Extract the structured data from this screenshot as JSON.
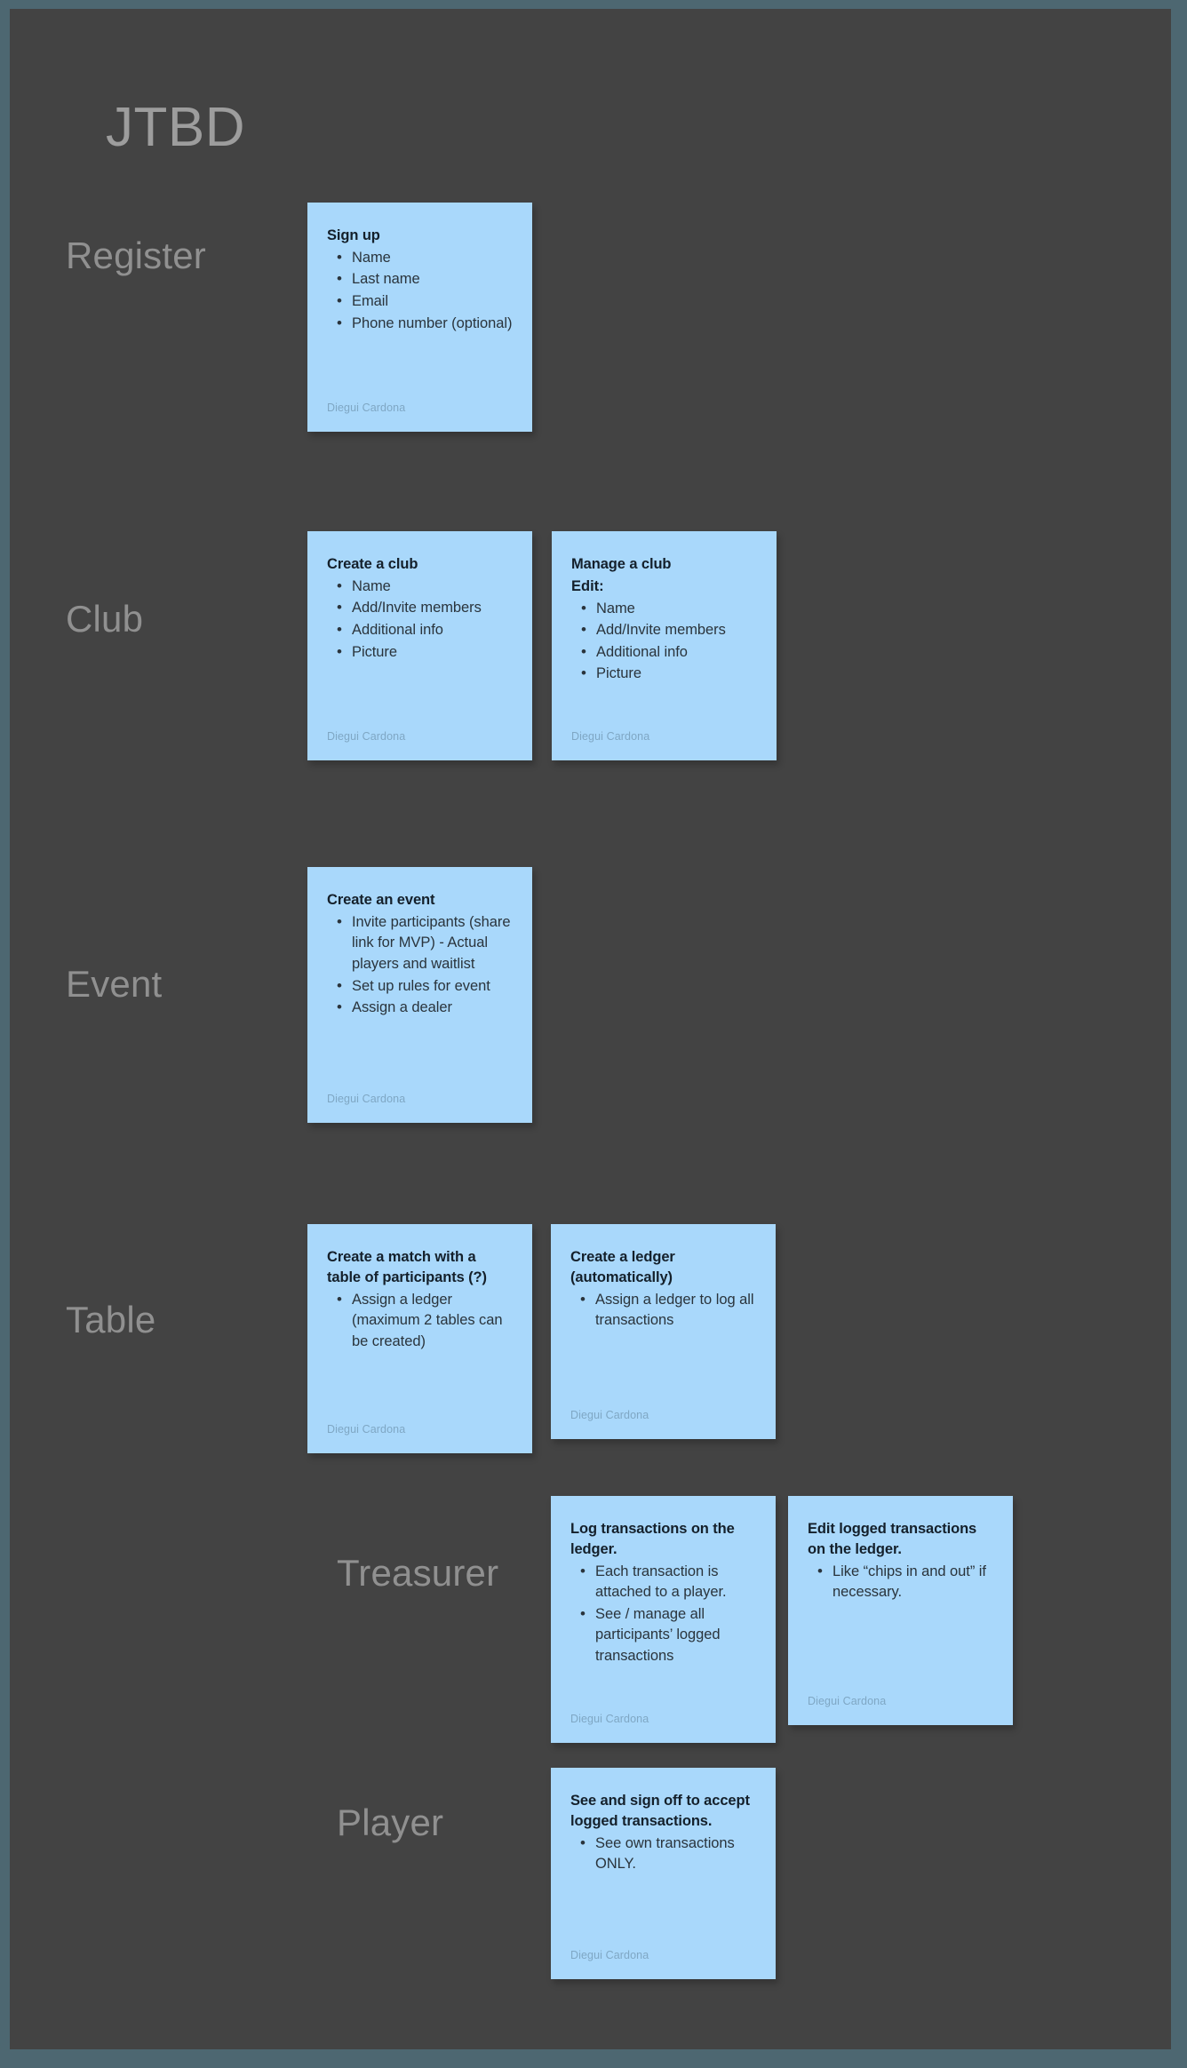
{
  "board": {
    "title": "JTBD",
    "background_color": "#434343",
    "frame_color": "#4d6771",
    "card_color": "#a9d8fb"
  },
  "rows": [
    {
      "label": "Register"
    },
    {
      "label": "Club"
    },
    {
      "label": "Event"
    },
    {
      "label": "Table"
    },
    {
      "label": "Treasurer"
    },
    {
      "label": "Player"
    }
  ],
  "cards": [
    {
      "title": "Sign up",
      "subtitle": "",
      "items": [
        "Name",
        "Last name",
        "Email",
        "Phone number (optional)"
      ],
      "author": "Diegui Cardona"
    },
    {
      "title": "Create a club",
      "subtitle": "",
      "items": [
        "Name",
        "Add/Invite members",
        "Additional info",
        "Picture"
      ],
      "author": "Diegui Cardona"
    },
    {
      "title": "Manage a club",
      "subtitle": "Edit:",
      "items": [
        "Name",
        "Add/Invite members",
        "Additional info",
        "Picture"
      ],
      "author": "Diegui Cardona"
    },
    {
      "title": "Create an event",
      "subtitle": "",
      "items": [
        "Invite participants (share link for MVP) - Actual players and waitlist",
        "Set up rules for event",
        "Assign a dealer"
      ],
      "author": "Diegui Cardona"
    },
    {
      "title": "Create a match with a table of participants (?)",
      "subtitle": "",
      "items": [
        "Assign a ledger (maximum 2 tables can be created)"
      ],
      "author": "Diegui Cardona"
    },
    {
      "title": "Create a ledger (automatically)",
      "subtitle": "",
      "items": [
        "Assign a ledger to log all transactions"
      ],
      "author": "Diegui Cardona"
    },
    {
      "title": "Log transactions on the ledger.",
      "subtitle": "",
      "items": [
        "Each transaction is attached to a player.",
        "See / manage all participants’ logged transactions"
      ],
      "author": "Diegui Cardona"
    },
    {
      "title": "Edit logged transactions on the ledger.",
      "subtitle": "",
      "items": [
        "Like “chips in and out” if necessary."
      ],
      "author": "Diegui Cardona"
    },
    {
      "title": "See and sign off to accept logged transactions.",
      "subtitle": "",
      "items": [
        "See own transactions ONLY."
      ],
      "author": "Diegui Cardona"
    }
  ]
}
